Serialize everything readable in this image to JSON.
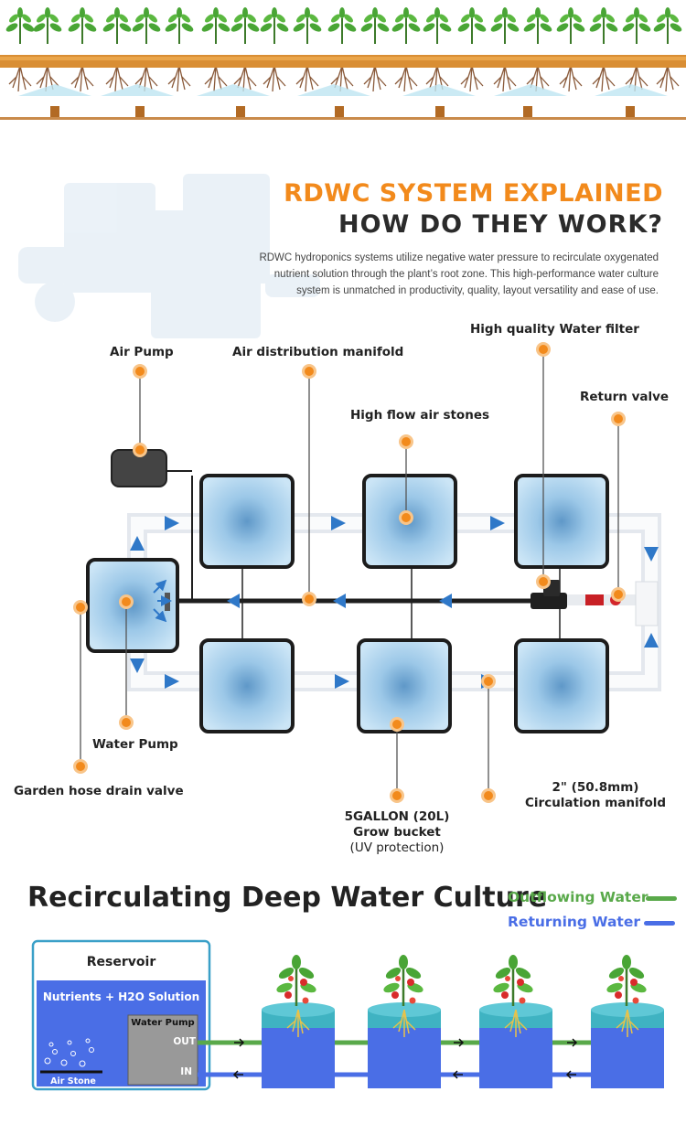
{
  "header": {
    "title_line1": "RDWC SYSTEM EXPLAINED",
    "title_line2": "HOW DO THEY WORK?",
    "description": "RDWC hydroponics systems utilize negative water pressure to recirculate oxygenated nutrient solution through the plant’s root zone. This high-performance water culture system is unmatched in productivity, quality, layout versatility and ease of use."
  },
  "labels": {
    "air_pump": "Air Pump",
    "air_manifold": "Air distribution manifold",
    "water_filter": "High quality Water filter",
    "air_stones": "High flow air stones",
    "return_valve": "Return valve",
    "water_pump": "Water Pump",
    "drain_valve": "Garden hose drain valve",
    "bucket_line1": "5GALLON (20L)",
    "bucket_line2": "Grow bucket",
    "bucket_line3": "(UV protection)",
    "circ_line1": "2\" (50.8mm)",
    "circ_line2": "Circulation manifold"
  },
  "section2": {
    "title": "Recirculating Deep Water Culture",
    "legend_out": "Outflowing Water",
    "legend_return": "Returning Water",
    "reservoir": "Reservoir",
    "solution": "Nutrients + H2O Solution",
    "water_pump": "Water Pump",
    "out": "OUT",
    "in": "IN",
    "air_stone": "Air Stone"
  },
  "colors": {
    "accent_orange": "#f28a1c",
    "outflow_green": "#59a94a",
    "return_blue": "#4a6ee6",
    "water_blue": "#a9d3ef",
    "pipe_white": "#f2f4f7"
  }
}
